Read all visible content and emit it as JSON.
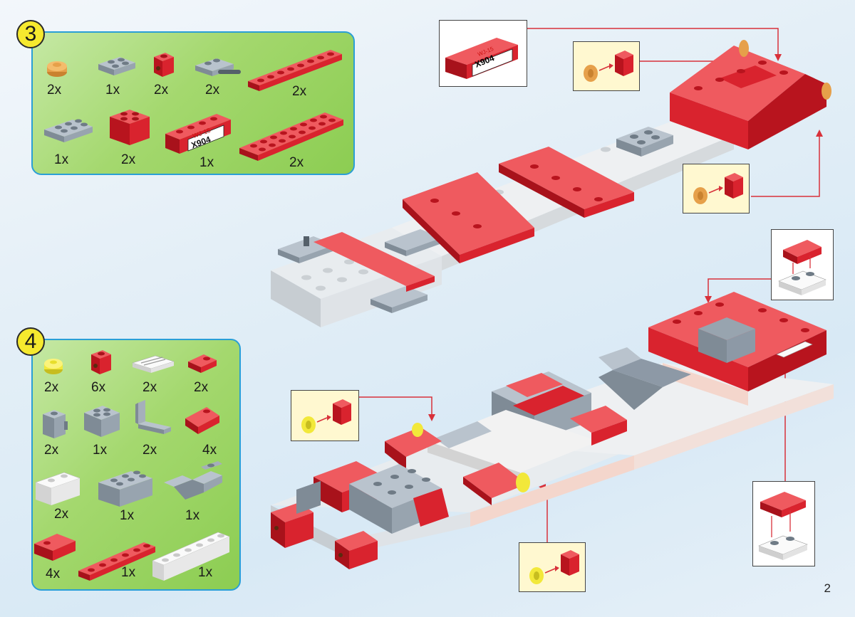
{
  "step3": {
    "number": "3",
    "parts": [
      {
        "name": "round-plate-orange",
        "qty": "2x"
      },
      {
        "name": "plate-2x2-gray",
        "qty": "1x"
      },
      {
        "name": "headlight-brick-red",
        "qty": "2x"
      },
      {
        "name": "plate-with-handle-gray",
        "qty": "2x"
      },
      {
        "name": "plate-1x8-red",
        "qty": "2x"
      },
      {
        "name": "plate-2x3-gray",
        "qty": "1x"
      },
      {
        "name": "brick-2x2-red",
        "qty": "2x"
      },
      {
        "name": "license-plate-brick-red",
        "qty": "1x"
      },
      {
        "name": "plate-2x8-red",
        "qty": "2x"
      }
    ],
    "license_plate": {
      "line1": "WJ-15",
      "line2": "X904"
    }
  },
  "step4": {
    "number": "4",
    "parts": [
      {
        "name": "round-plate-yellow",
        "qty": "2x"
      },
      {
        "name": "headlight-brick-red",
        "qty": "6x"
      },
      {
        "name": "tile-with-rail-white",
        "qty": "2x"
      },
      {
        "name": "slope-small-red",
        "qty": "2x"
      },
      {
        "name": "brick-with-clip-gray",
        "qty": "2x"
      },
      {
        "name": "brick-2x2-gray",
        "qty": "1x"
      },
      {
        "name": "bracket-gray",
        "qty": "2x"
      },
      {
        "name": "slope-2x2-red",
        "qty": "4x"
      },
      {
        "name": "brick-1x2-white",
        "qty": "2x"
      },
      {
        "name": "brick-2x3-gray",
        "qty": "1x"
      },
      {
        "name": "inverted-slope-gray",
        "qty": "1x"
      },
      {
        "name": "slope-1x2-red",
        "qty": "4x"
      },
      {
        "name": "plate-1x6-red",
        "qty": "1x"
      },
      {
        "name": "brick-1x6-white",
        "qty": "1x"
      }
    ]
  },
  "page_number": "2",
  "colors": {
    "lego_red": "#d9232e",
    "lego_gray": "#8d99a6",
    "lego_white": "#f2f2f2",
    "orange": "#e6a04a",
    "yellow": "#f2e83a",
    "panel_green": "#9fd468",
    "panel_border": "#2a9fd6",
    "arrow": "#d8313a"
  }
}
